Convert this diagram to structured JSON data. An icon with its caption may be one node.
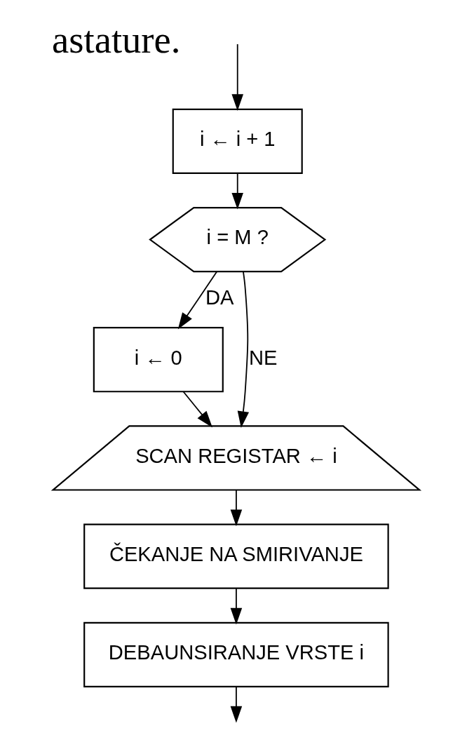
{
  "diagram": {
    "nodes": [
      {
        "text": [
          "i ← i + 1"
        ]
      },
      {
        "text": [
          "i = M ?"
        ]
      },
      {
        "text": [
          "i ← 0"
        ]
      },
      {
        "text": [
          "SCAN REGISTAR ← i"
        ]
      },
      {
        "text": [
          "ČEKANJE NA SMIRIVANJE"
        ]
      },
      {
        "text": [
          "DEBAUNSIRANJE VRSTE i"
        ]
      }
    ],
    "edges": [
      {
        "from": null,
        "to": 0,
        "arrow": "to"
      },
      {
        "from": 0,
        "to": 1,
        "arrow": "to"
      },
      {
        "from": 1,
        "to": 2,
        "arrow": "to",
        "label": "DA"
      },
      {
        "from": 1,
        "to": 3,
        "arrow": "to",
        "label": "NE"
      },
      {
        "from": 2,
        "to": 3,
        "arrow": "to"
      },
      {
        "from": 3,
        "to": 4,
        "arrow": "to"
      },
      {
        "from": 4,
        "to": 5,
        "arrow": "to"
      },
      {
        "from": 5,
        "to": null,
        "arrow": "to"
      }
    ],
    "labels": [
      "astature."
    ]
  }
}
